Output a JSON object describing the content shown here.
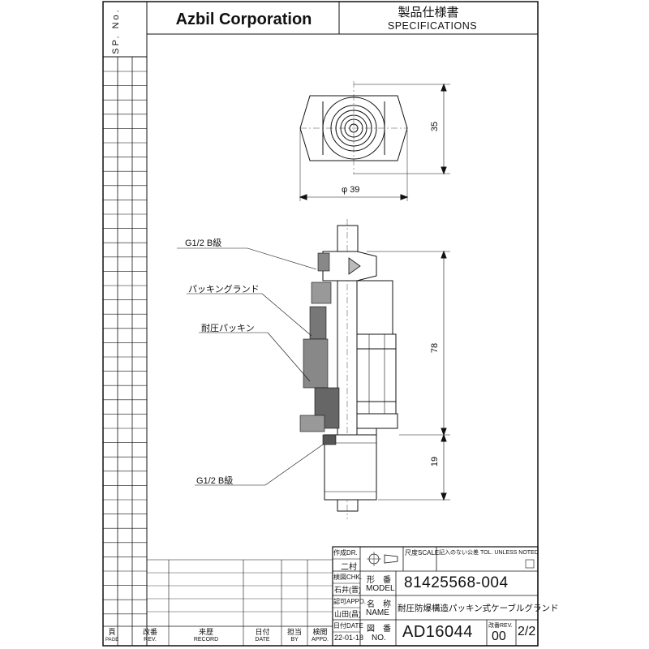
{
  "header": {
    "sp_no_label": "SP. No.",
    "company": "Azbil Corporation",
    "spec_jp": "製品仕様書",
    "spec_en": "SPECIFICATIONS"
  },
  "drawing": {
    "dim_height_top": "35",
    "dim_diameter": "φ 39",
    "dim_body": "78",
    "dim_thread": "19",
    "label_thread_top": "G1/2  B級",
    "label_packing_gland": "パッキングランド",
    "label_pressure_packing": "耐圧パッキン",
    "label_thread_bottom": "G1/2  B級"
  },
  "title_block": {
    "drawn_label": "作成DR.",
    "drawn_name": "二村",
    "checked_label": "検図CHK.",
    "checked_name": "石井(晋)",
    "approved_label": "認可APPD.",
    "approved_name": "山田(昌)",
    "date_label": "日付DATE",
    "date_value": "22-01-18",
    "scale_label": "尺度SCALE",
    "tol_label": "記入のない公差 TOL. UNLESS NOTED",
    "model_label_jp": "形　番",
    "model_label_en": "MODEL",
    "model_value": "81425568-004",
    "name_label_jp": "名　称",
    "name_label_en": "NAME",
    "name_value": "耐圧防爆構造パッキン式ケーブルグランド",
    "drawing_no_label_jp": "図　番",
    "drawing_no_label_en": "NO.",
    "drawing_no_value": "AD16044",
    "rev_label": "改番REV.",
    "rev_value": "00",
    "page_value": "2/2"
  },
  "revision_table": {
    "page_jp": "頁",
    "page_en": "PAGE",
    "rev_jp": "改番",
    "rev_en": "REV.",
    "record_jp": "来歴",
    "record_en": "RECORD",
    "date_jp": "日付",
    "date_en": "DATE",
    "by_jp": "担当",
    "by_en": "BY",
    "appd_jp": "検閲",
    "appd_en": "APPD."
  }
}
